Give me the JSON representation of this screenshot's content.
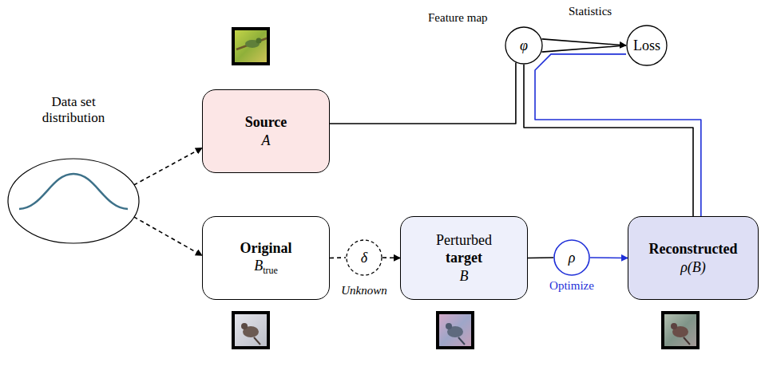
{
  "diagram": {
    "nodes": [
      {
        "text": [
          "Data set distribution"
        ]
      },
      {
        "text": [
          "Source",
          "A"
        ]
      },
      {
        "text": [
          "Original",
          "B",
          "true"
        ]
      },
      {
        "text": [
          "δ"
        ]
      },
      {
        "text": [
          "Perturbed",
          "target",
          "B"
        ]
      },
      {
        "text": [
          "ρ"
        ]
      },
      {
        "text": [
          "Reconstructed",
          "ρ(B)"
        ]
      },
      {
        "text": [
          "φ"
        ]
      },
      {
        "text": [
          "Loss"
        ]
      }
    ],
    "edges": [
      {
        "from": 0,
        "to": 1,
        "arrow": "to"
      },
      {
        "from": 0,
        "to": 2,
        "arrow": "to"
      },
      {
        "from": 2,
        "to": 3,
        "arrow": "none"
      },
      {
        "from": 3,
        "to": 4,
        "arrow": "to"
      },
      {
        "from": 4,
        "to": 5,
        "arrow": "none"
      },
      {
        "from": 5,
        "to": 6,
        "arrow": "to"
      },
      {
        "from": 1,
        "to": 7,
        "arrow": "none"
      },
      {
        "from": 6,
        "to": 7,
        "arrow": "none"
      },
      {
        "from": 7,
        "to": 8,
        "label": "Statistics",
        "arrow": "to"
      },
      {
        "from": 8,
        "to": 6,
        "arrow": "none"
      }
    ],
    "labels": [
      "Feature map",
      "Unknown",
      "Optimize"
    ]
  }
}
